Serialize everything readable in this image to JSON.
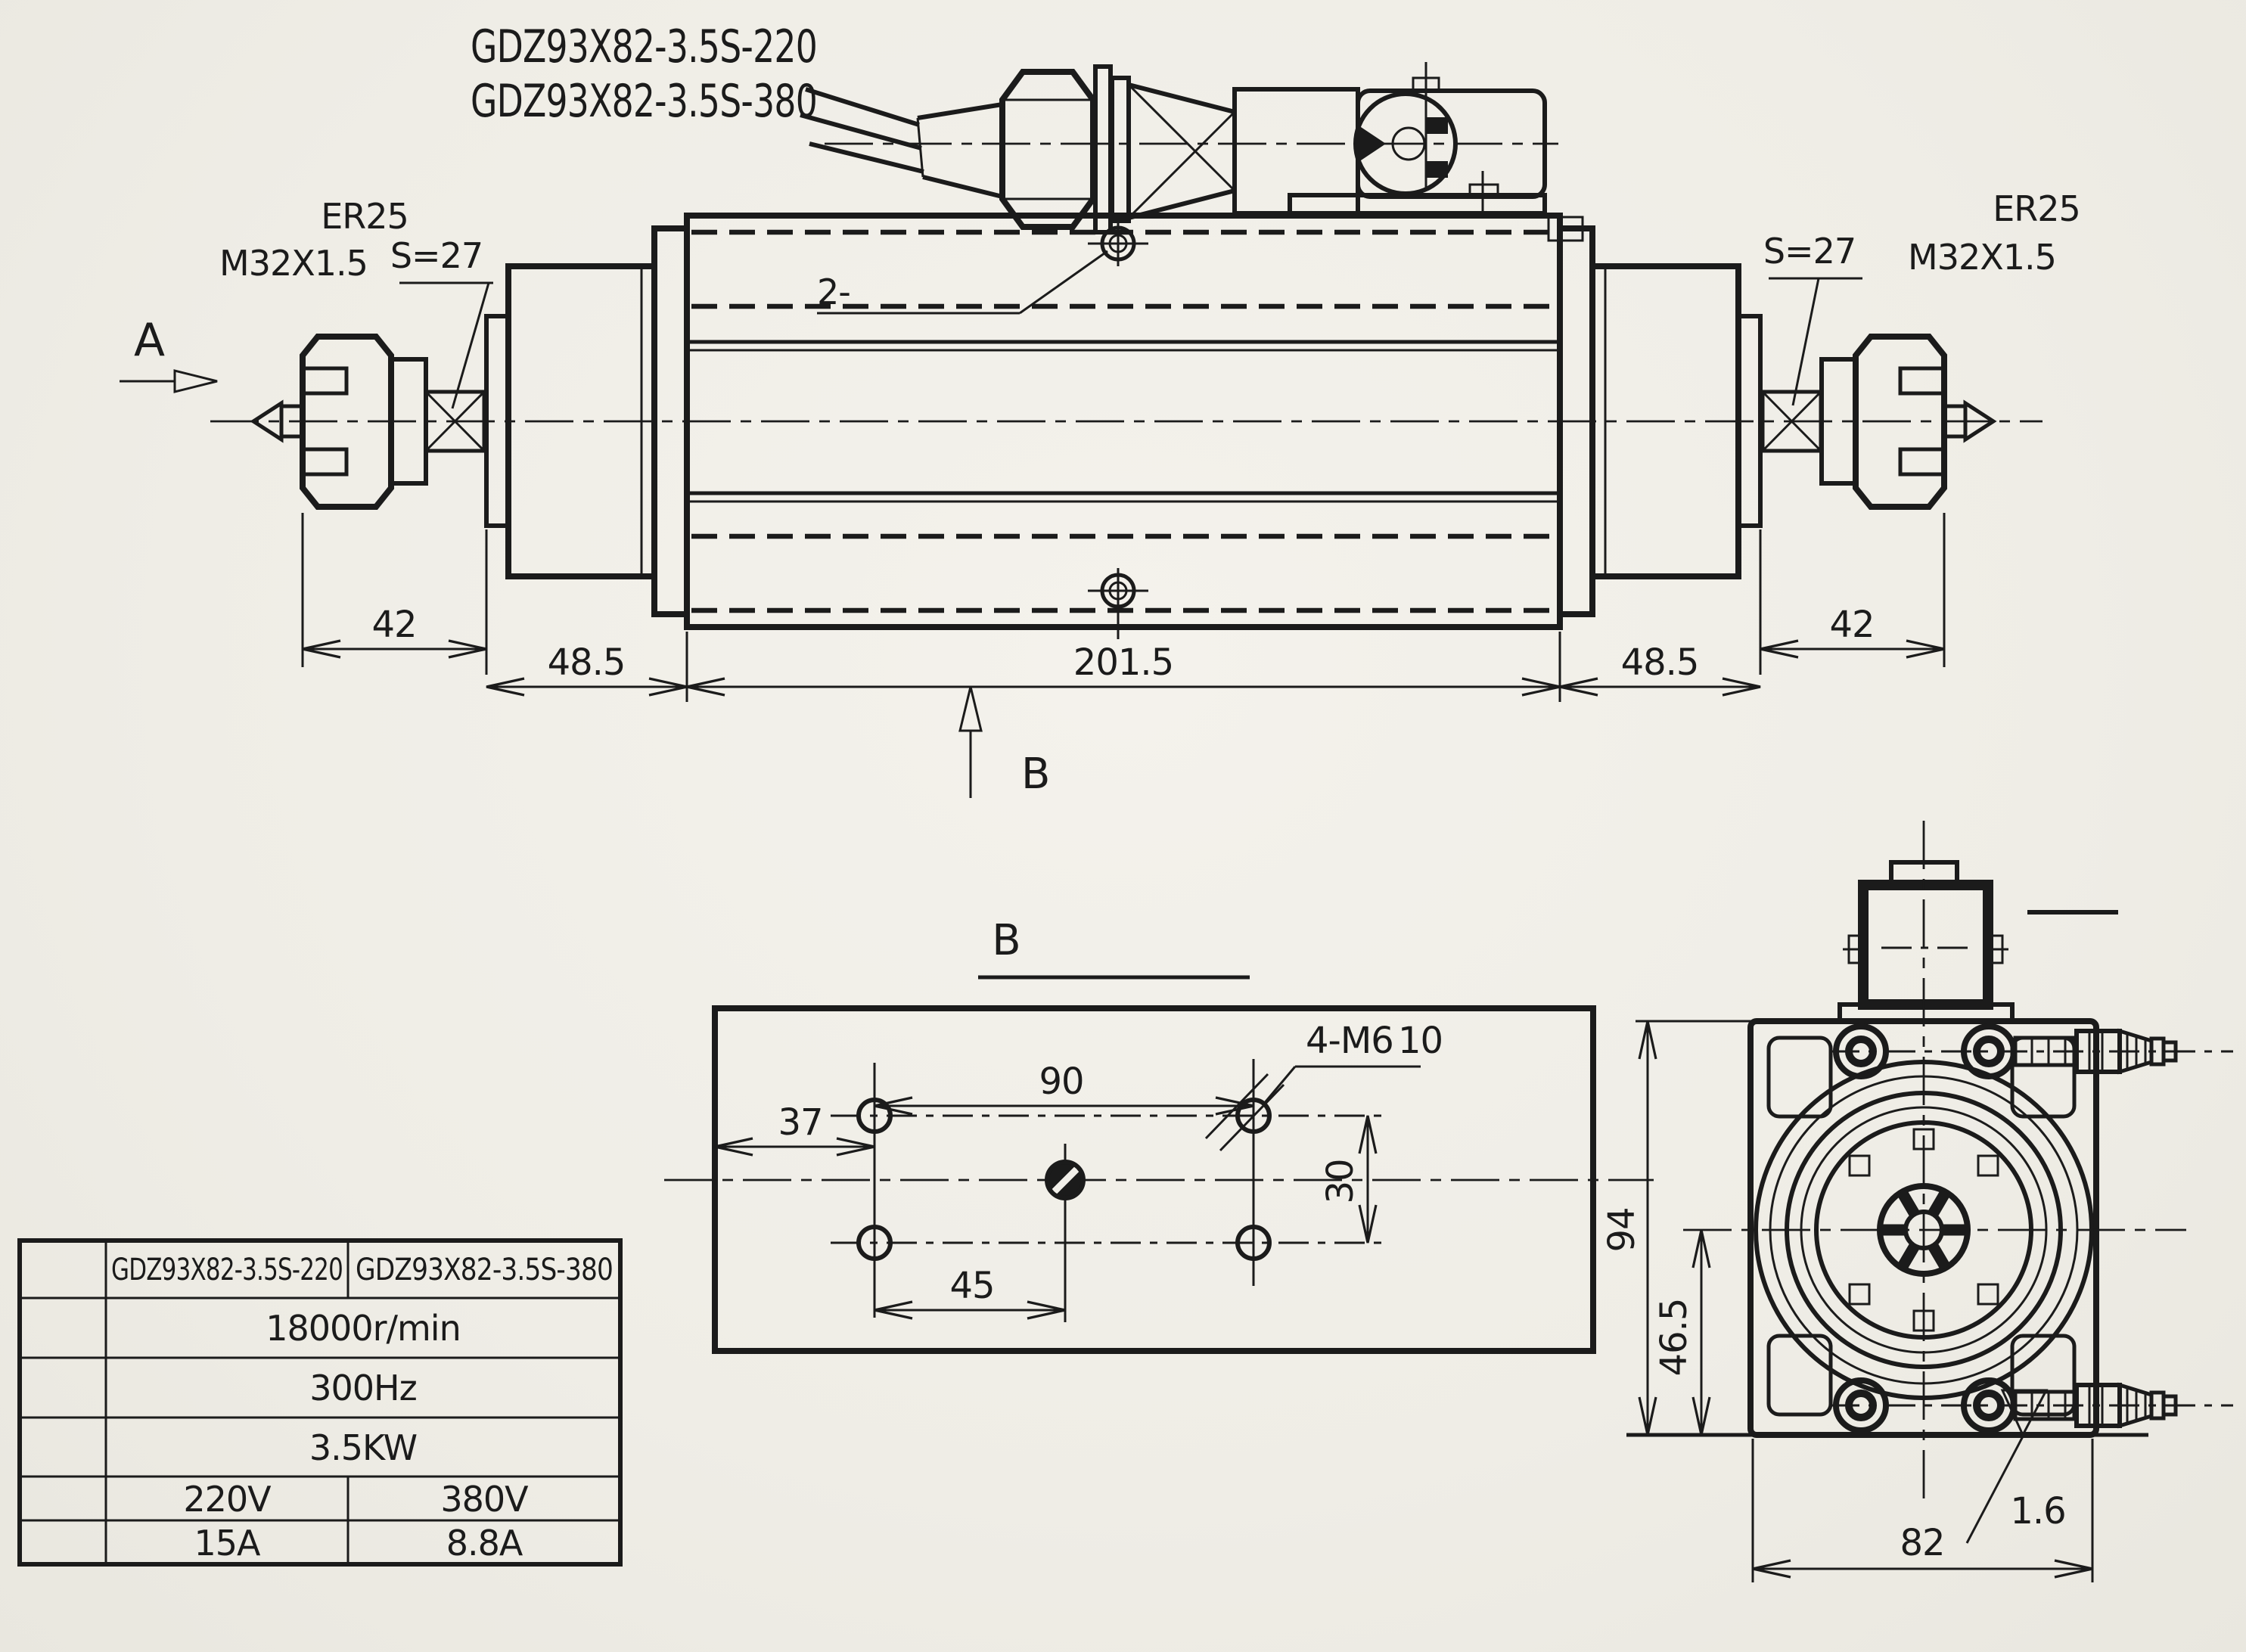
{
  "colors": {
    "paper": "#f1efe9",
    "ink": "#1b1b1b"
  },
  "title": {
    "line1": "GDZ93X82-3.5S-220",
    "line2": "GDZ93X82-3.5S-380"
  },
  "main_view": {
    "view_arrow_a": "A",
    "view_arrow_b": "B",
    "left": {
      "collet": "ER25",
      "thread": "M32X1.5",
      "wrench": "S=27"
    },
    "right": {
      "collet": "ER25",
      "thread": "M32X1.5",
      "wrench": "S=27"
    },
    "screw_note": "2-",
    "dims": {
      "collet_left": "42",
      "front_cap": "48.5",
      "body": "201.5",
      "rear_cap": "48.5",
      "collet_right": "42"
    }
  },
  "bottom_view": {
    "label": "B",
    "dims": {
      "edge_offset": "37",
      "hole_pitch_x": "90",
      "center_offset": "45",
      "hole_pitch_y": "30"
    },
    "thread_note": "4-M6",
    "thread_depth": "10"
  },
  "end_view": {
    "dims": {
      "overall_height": "94",
      "base_to_center": "46.5",
      "width": "82"
    },
    "surface_finish": "1.6"
  },
  "spec_table": {
    "col_headers": [
      "GDZ93X82-3.5S-220",
      "GDZ93X82-3.5S-380"
    ],
    "speed": "18000r/min",
    "frequency": "300Hz",
    "power": "3.5KW",
    "voltage": [
      "220V",
      "380V"
    ],
    "current": [
      "15A",
      "8.8A"
    ]
  }
}
